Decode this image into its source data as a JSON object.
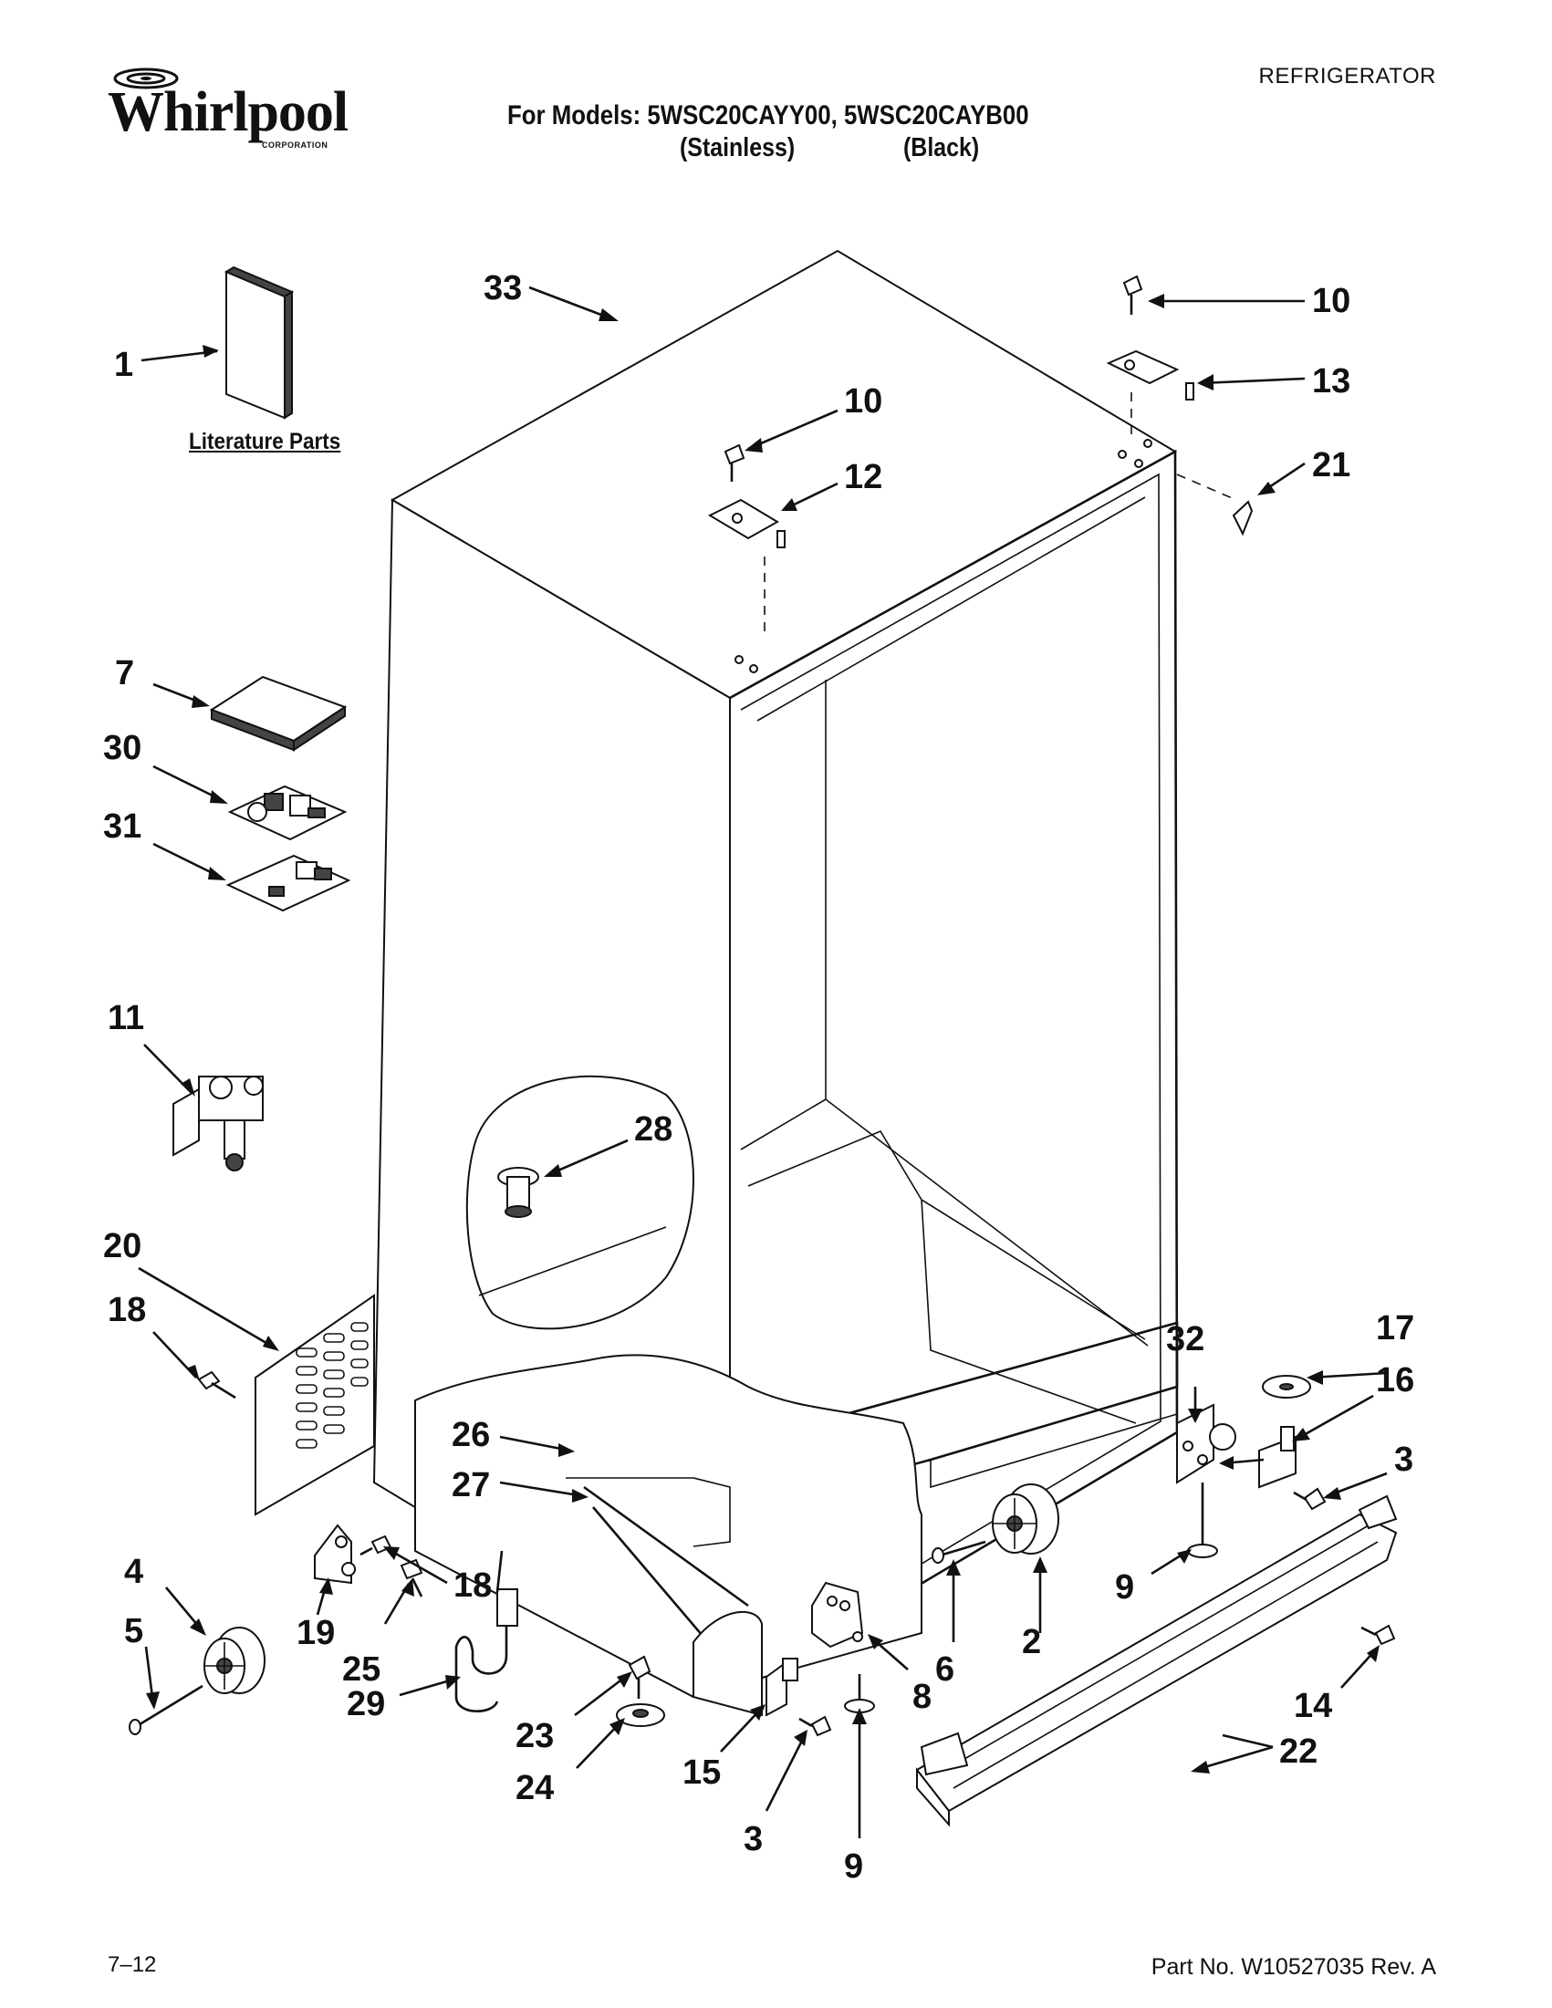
{
  "brand": {
    "name": "Whirlpool",
    "sub": "CORPORATION"
  },
  "header": {
    "category": "REFRIGERATOR",
    "models_line": "For Models: 5WSC20CAYY00, 5WSC20CAYB00",
    "variant_1": "(Stainless)",
    "variant_2": "(Black)"
  },
  "literature_label": "Literature Parts",
  "callouts": {
    "c1": "1",
    "c2": "2",
    "c3a": "3",
    "c3b": "3",
    "c4": "4",
    "c5": "5",
    "c6": "6",
    "c7": "7",
    "c8": "8",
    "c9a": "9",
    "c9b": "9",
    "c10a": "10",
    "c10b": "10",
    "c11": "11",
    "c12": "12",
    "c13": "13",
    "c14": "14",
    "c15": "15",
    "c16": "16",
    "c17": "17",
    "c18a": "18",
    "c18b": "18",
    "c19": "19",
    "c20": "20",
    "c21": "21",
    "c22": "22",
    "c23": "23",
    "c24": "24",
    "c25": "25",
    "c26": "26",
    "c27": "27",
    "c28": "28",
    "c29": "29",
    "c30": "30",
    "c31": "31",
    "c32": "32",
    "c33": "33"
  },
  "footer": {
    "date": "7–12",
    "part_number": "Part No. W10527035 Rev. A"
  }
}
